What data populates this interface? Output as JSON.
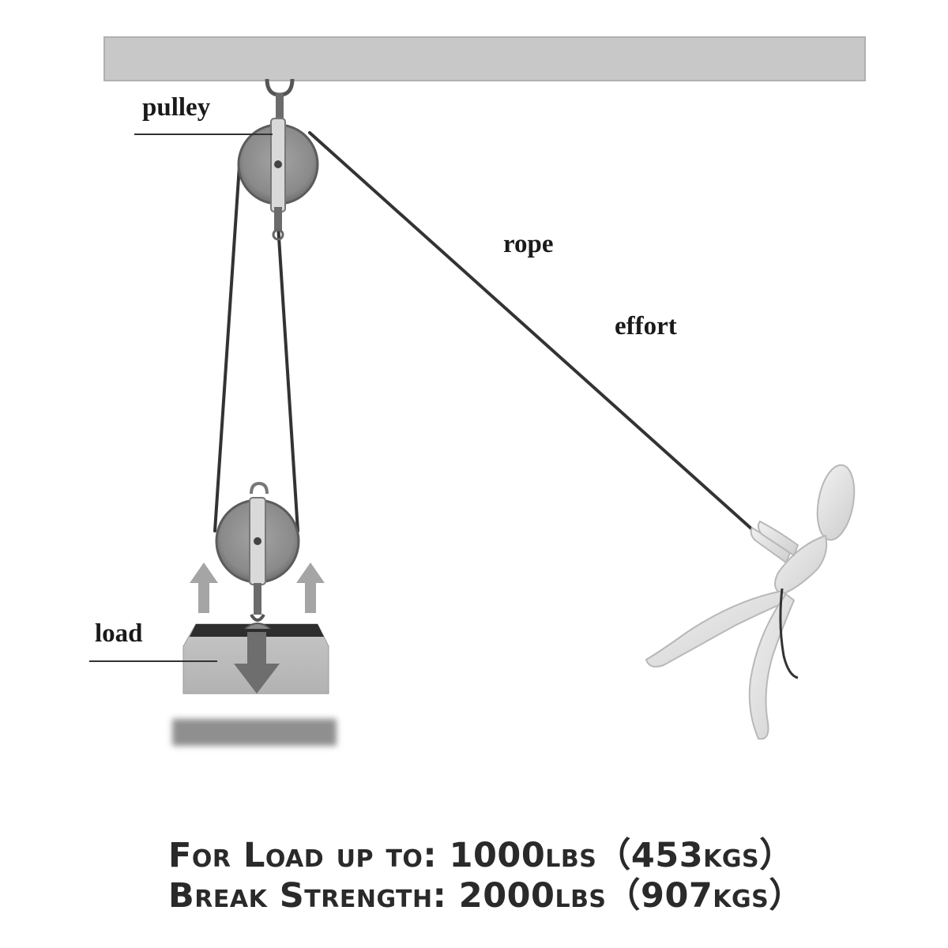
{
  "labels": {
    "pulley": "pulley",
    "rope": "rope",
    "effort": "effort",
    "load": "load"
  },
  "specs": {
    "load_line": "For Load up to: 1000lbs（453kgs）",
    "break_line": "Break Strength: 2000lbs（907kgs）"
  },
  "colors": {
    "ceiling_beam": "#c8c8c8",
    "pulley_wheel": "#8c8c8c",
    "rope": "#333333",
    "load_block": "#bdbdbd",
    "arrow_up": "#a5a5a5",
    "arrow_down": "#6e6e6e",
    "figure": "#e2e2e2"
  }
}
